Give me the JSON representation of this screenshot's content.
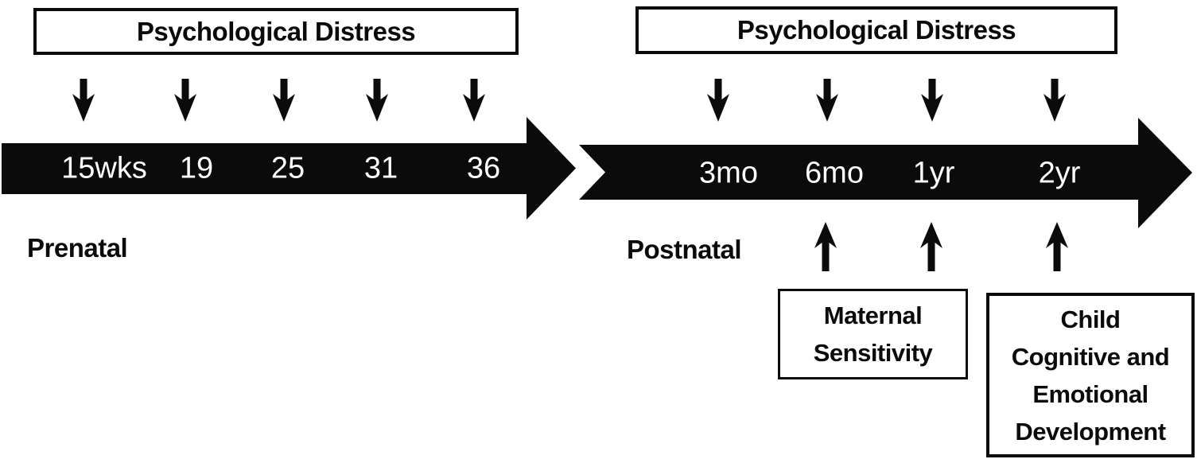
{
  "prenatal": {
    "distress_label": "Psychological Distress",
    "phase_label": "Prenatal",
    "ticks": [
      "15wks",
      "19",
      "25",
      "31",
      "36"
    ]
  },
  "postnatal": {
    "distress_label": "Psychological Distress",
    "phase_label": "Postnatal",
    "ticks": [
      "3mo",
      "6mo",
      "1yr",
      "2yr"
    ]
  },
  "boxes": {
    "maternal_sensitivity": {
      "lines": [
        "Maternal",
        "Sensitivity"
      ]
    },
    "child_development": {
      "lines": [
        "Child",
        "Cognitive and",
        "Emotional",
        "Development"
      ]
    }
  },
  "colors": {
    "ink": "#0b0b0b",
    "timeline_fill": "#0b0b0b",
    "tick_text": "#ffffff",
    "box_background": "#ffffff",
    "page_background": "#ffffff"
  }
}
